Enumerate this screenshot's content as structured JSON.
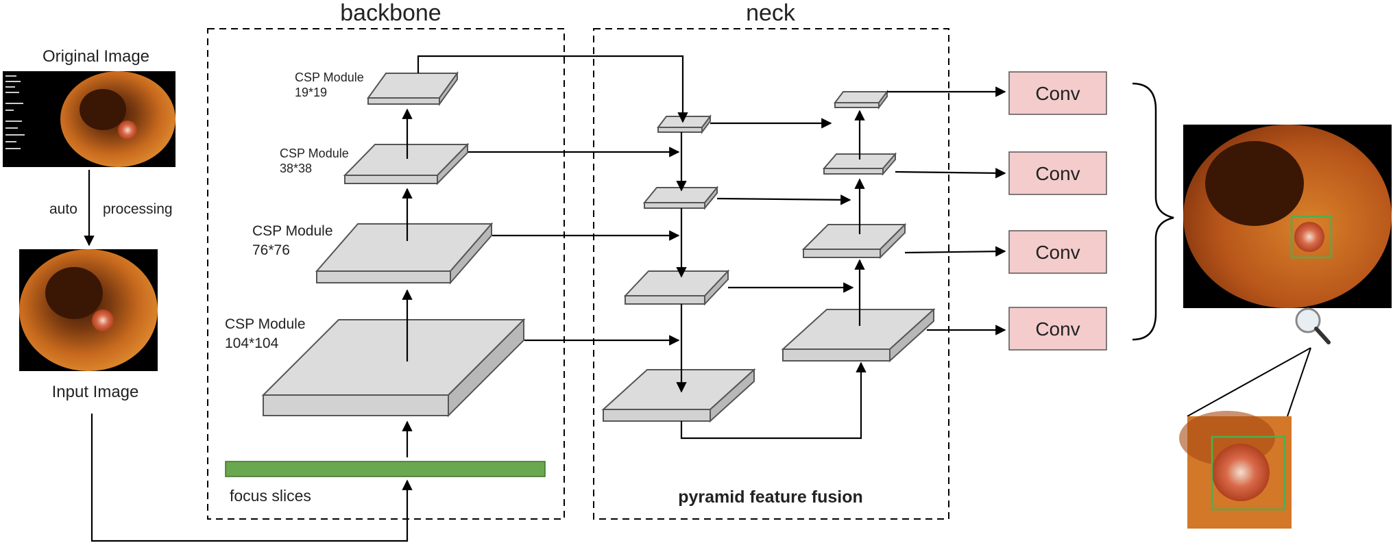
{
  "sections": {
    "backbone_title": "backbone",
    "neck_title": "neck",
    "neck_caption": "pyramid feature fusion"
  },
  "input": {
    "original_label": "Original Image",
    "auto_label": "auto",
    "processing_label": "processing",
    "input_label": "Input Image"
  },
  "backbone": {
    "focus_label": "focus slices",
    "modules": [
      {
        "name": "CSP Module",
        "size": "19*19"
      },
      {
        "name": "CSP Module",
        "size": "38*38"
      },
      {
        "name": "CSP Module",
        "size": "76*76"
      },
      {
        "name": "CSP Module",
        "size": "104*104"
      }
    ]
  },
  "heads": {
    "conv_labels": [
      "Conv",
      "Conv",
      "Conv",
      "Conv"
    ]
  },
  "colors": {
    "block_face": "#dcdcdc",
    "block_side": "#b8b8b8",
    "focus_bar": "#6aa84f",
    "conv_fill": "#f4cccc",
    "detection_box": "#4caf50"
  }
}
